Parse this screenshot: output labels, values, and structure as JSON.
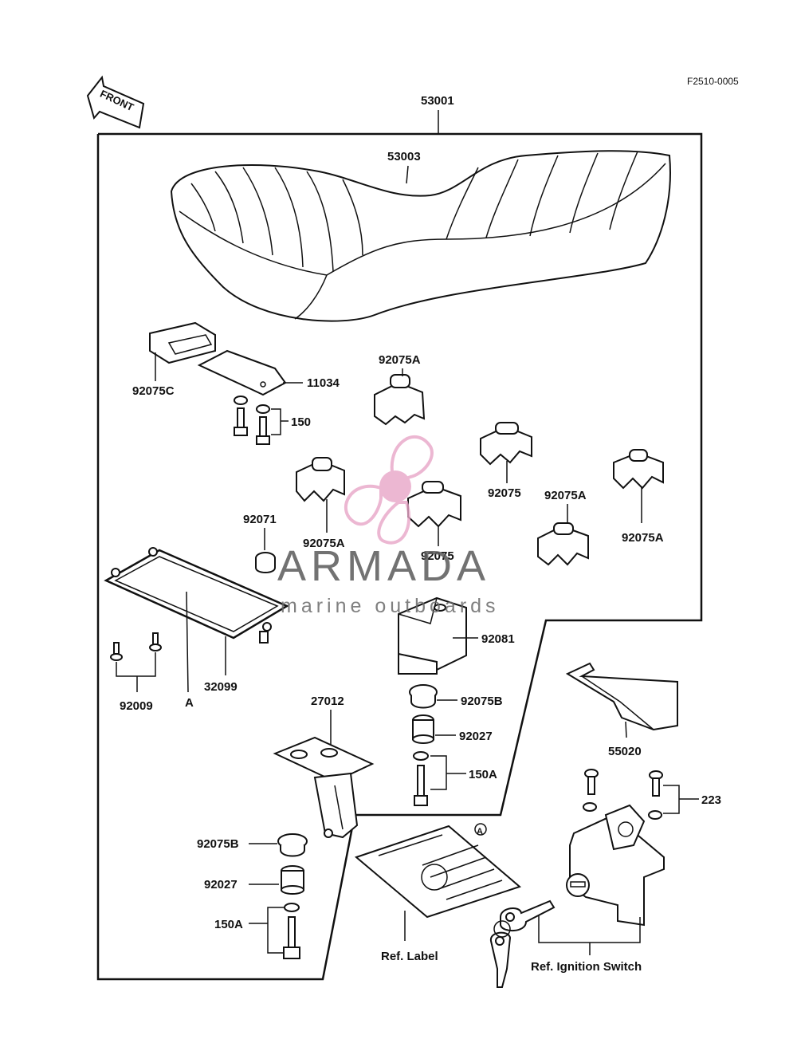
{
  "diagram_code": "F2510-0005",
  "front_label": "FRONT",
  "watermark": {
    "brand": "ARMADA",
    "tagline": "marine outboards",
    "accent_color": "#e8a6c8"
  },
  "part_numbers": {
    "p53001": "53001",
    "p53003": "53003",
    "p92075C": "92075C",
    "p11034": "11034",
    "p150": "150",
    "p92075A_1": "92075A",
    "p92075_1": "92075",
    "p92075A_2": "92075A",
    "p92075A_3": "92075A",
    "p92071": "92071",
    "p92075A_4": "92075A",
    "p92075_2": "92075",
    "p92081": "92081",
    "p32099": "32099",
    "p92009": "92009",
    "pA": "A",
    "p27012": "27012",
    "p92075B_1": "92075B",
    "p92027_1": "92027",
    "p150A_1": "150A",
    "p55020": "55020",
    "p223": "223",
    "p92075B_2": "92075B",
    "p92027_2": "92027",
    "p150A_2": "150A",
    "pA_circle": "A"
  },
  "references": {
    "label": "Ref. Label",
    "ignition": "Ref. Ignition Switch"
  }
}
